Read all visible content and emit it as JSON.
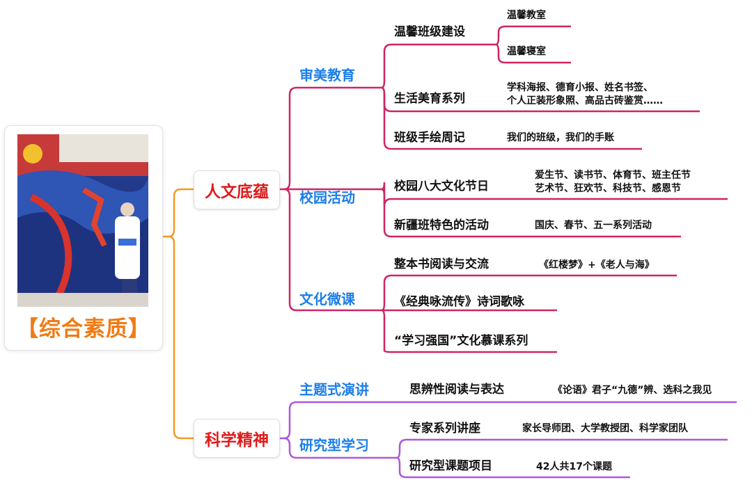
{
  "root": {
    "title": "【综合素质】"
  },
  "colors": {
    "root_branch": "#f39a23",
    "humanities_branch": "#cf2463",
    "science_branch": "#ad57de",
    "level2_text": "#1c7ee8",
    "level1_text": "#e01a1a",
    "root_text": "#f07b14"
  },
  "branches": {
    "humanities": {
      "label": "人文底蕴",
      "aesthetic": {
        "label": "审美教育",
        "class_building": {
          "label": "温馨班级建设",
          "classroom": "温馨教室",
          "dorm": "温馨寝室"
        },
        "life_beauty": {
          "label": "生活美育系列",
          "line1": "学科海报、德育小报、姓名书签、",
          "line2": "个人正装形象照、高品古砖鉴赏……"
        },
        "journal": {
          "label": "班级手绘周记",
          "detail": "我们的班级，我们的手账"
        }
      },
      "campus": {
        "label": "校园活动",
        "festivals": {
          "label": "校园八大文化节日",
          "line1": "爱生节、读书节、体育节、班主任节",
          "line2": "艺术节、狂欢节、科技节、感恩节"
        },
        "xinjiang": {
          "label": "新疆班特色的活动",
          "detail": "国庆、春节、五一系列活动"
        }
      },
      "micro": {
        "label": "文化微课",
        "reading": {
          "label": "整本书阅读与交流",
          "detail": "《红楼梦》+《老人与海》"
        },
        "classics": {
          "label": "《经典咏流传》诗词歌咏"
        },
        "xuexi": {
          "label": "“学习强国”文化慕课系列"
        }
      }
    },
    "science": {
      "label": "科学精神",
      "speech": {
        "label": "主题式演讲",
        "critical": {
          "label": "思辨性阅读与表达",
          "detail": "《论语》君子“九德”辨、选科之我见"
        }
      },
      "research": {
        "label": "研究型学习",
        "lectures": {
          "label": "专家系列讲座",
          "detail": "家长导师团、大学教授团、科学家团队"
        },
        "projects": {
          "label": "研究型课题项目",
          "detail": "42人共17个课题"
        }
      }
    }
  }
}
